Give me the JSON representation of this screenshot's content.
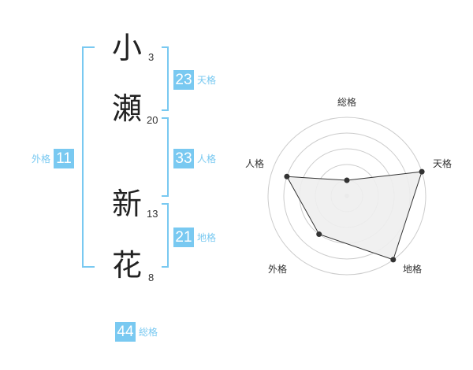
{
  "name": {
    "chars": [
      {
        "char": "小",
        "strokes": "3"
      },
      {
        "char": "瀬",
        "strokes": "20"
      },
      {
        "char": "新",
        "strokes": "13"
      },
      {
        "char": "花",
        "strokes": "8"
      }
    ]
  },
  "scores": {
    "tenkaku": {
      "value": "23",
      "label": "天格"
    },
    "jinkaku": {
      "value": "33",
      "label": "人格"
    },
    "chikaku": {
      "value": "21",
      "label": "地格"
    },
    "gaikaku": {
      "value": "11",
      "label": "外格"
    },
    "soukaku": {
      "value": "44",
      "label": "総格"
    }
  },
  "colors": {
    "accent": "#79c9f1",
    "text": "#222222",
    "radar_fill": "#eeeeee",
    "radar_grid": "#cccccc",
    "radar_line": "#333333"
  },
  "chart_data": {
    "type": "radar",
    "axes": [
      "総格",
      "天格",
      "地格",
      "外格",
      "人格"
    ],
    "values": [
      1,
      5,
      5,
      3,
      4
    ],
    "max": 5
  }
}
